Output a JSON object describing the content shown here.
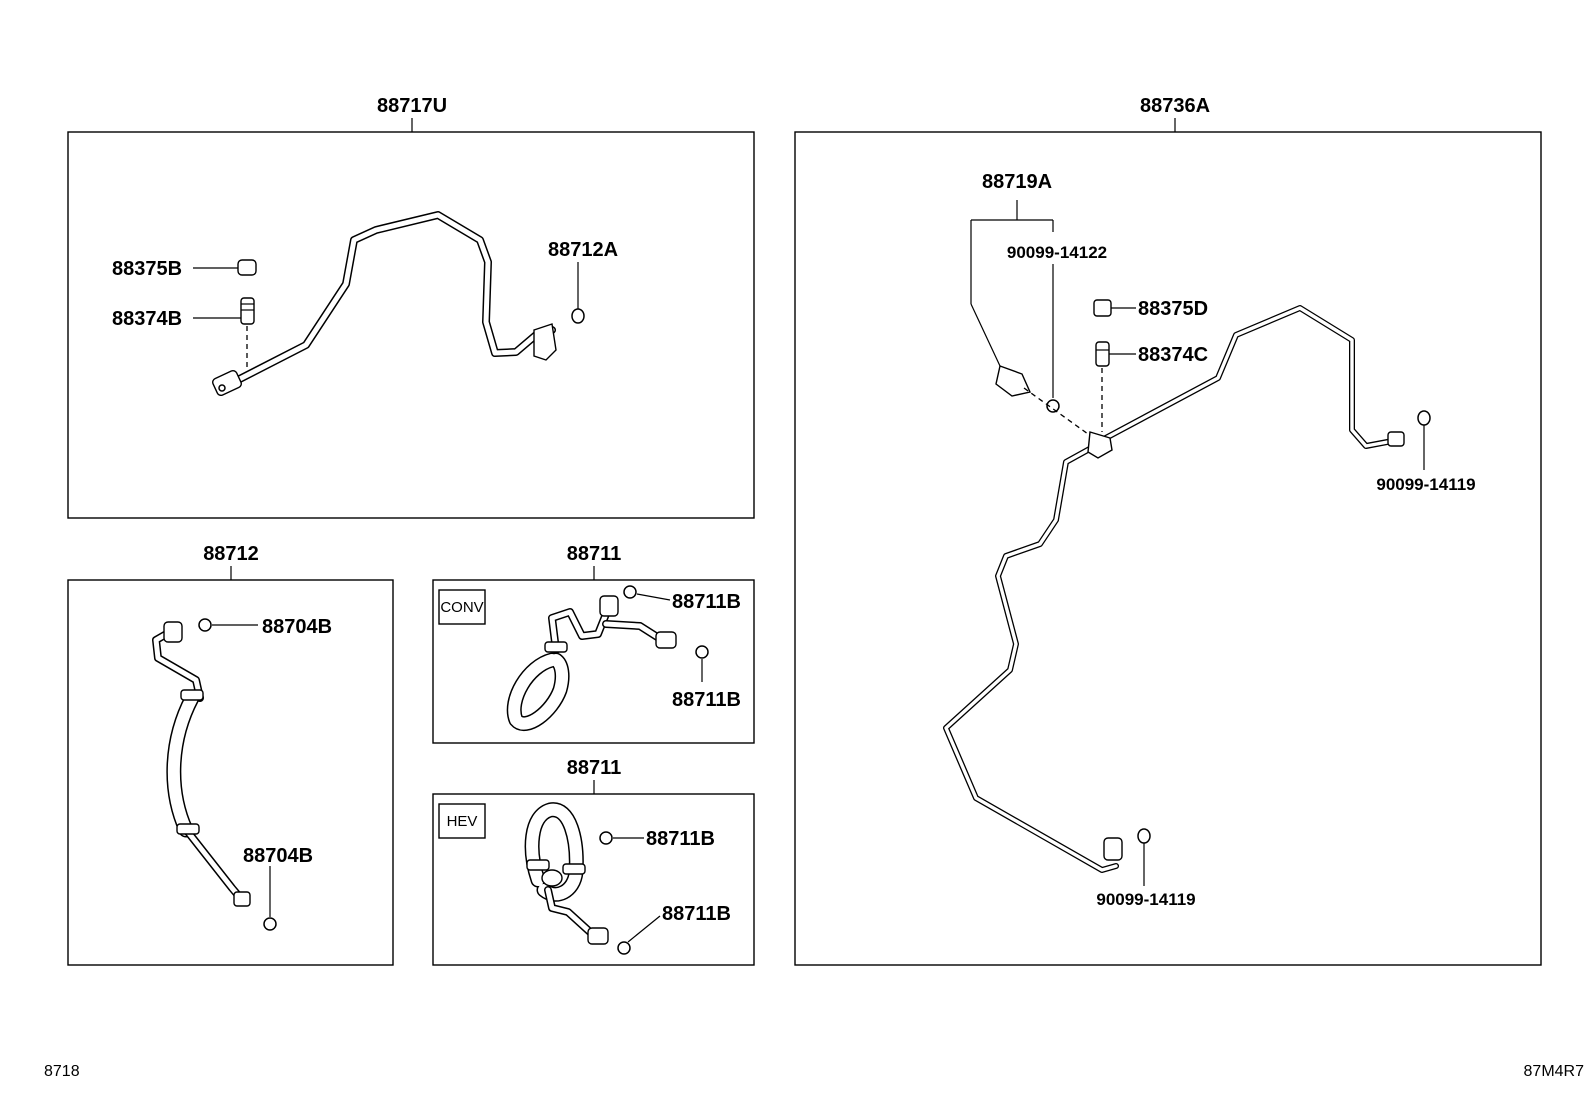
{
  "panels": {
    "top_left": {
      "title": "88717U",
      "labels": [
        "88375B",
        "88374B",
        "88712A"
      ]
    },
    "bottom_left": {
      "title": "88712",
      "labels": [
        "88704B",
        "88704B"
      ]
    },
    "conv": {
      "title": "88711",
      "tag": "CONV",
      "labels": [
        "88711B",
        "88711B"
      ]
    },
    "hev": {
      "title": "88711",
      "tag": "HEV",
      "labels": [
        "88711B",
        "88711B"
      ]
    },
    "right": {
      "title": "88736A",
      "labels": [
        "88719A",
        "90099-14122",
        "88375D",
        "88374C",
        "90099-14119",
        "90099-14119"
      ]
    }
  },
  "footer": {
    "left_code": "8718",
    "right_code": "87M4R7"
  }
}
